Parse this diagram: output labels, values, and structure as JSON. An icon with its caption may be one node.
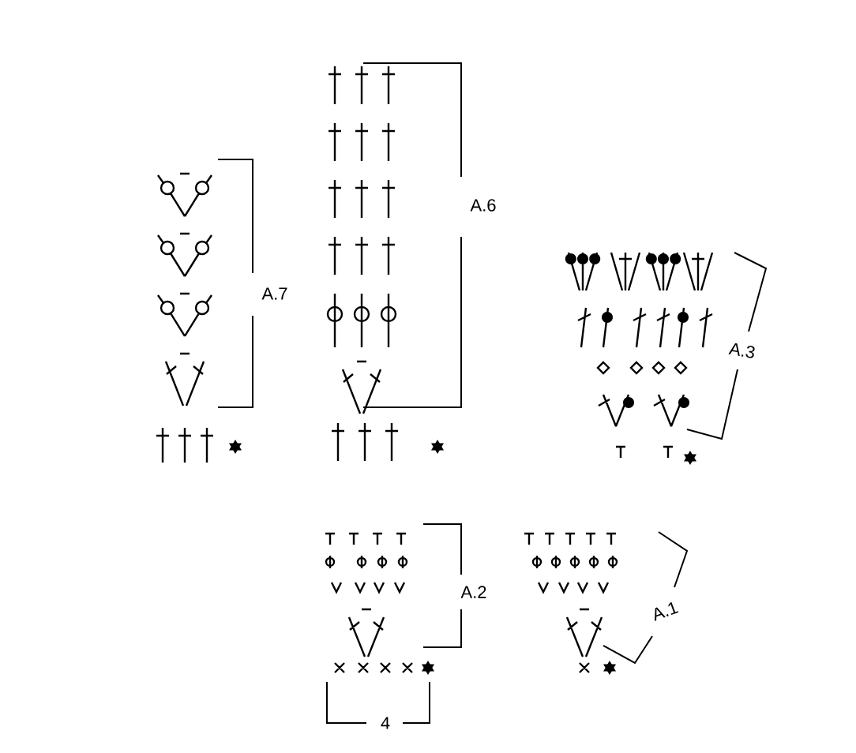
{
  "diagram": {
    "labels": [
      "A.6",
      "A.7",
      "A.3",
      "A.2",
      "A.1",
      "4"
    ]
  }
}
